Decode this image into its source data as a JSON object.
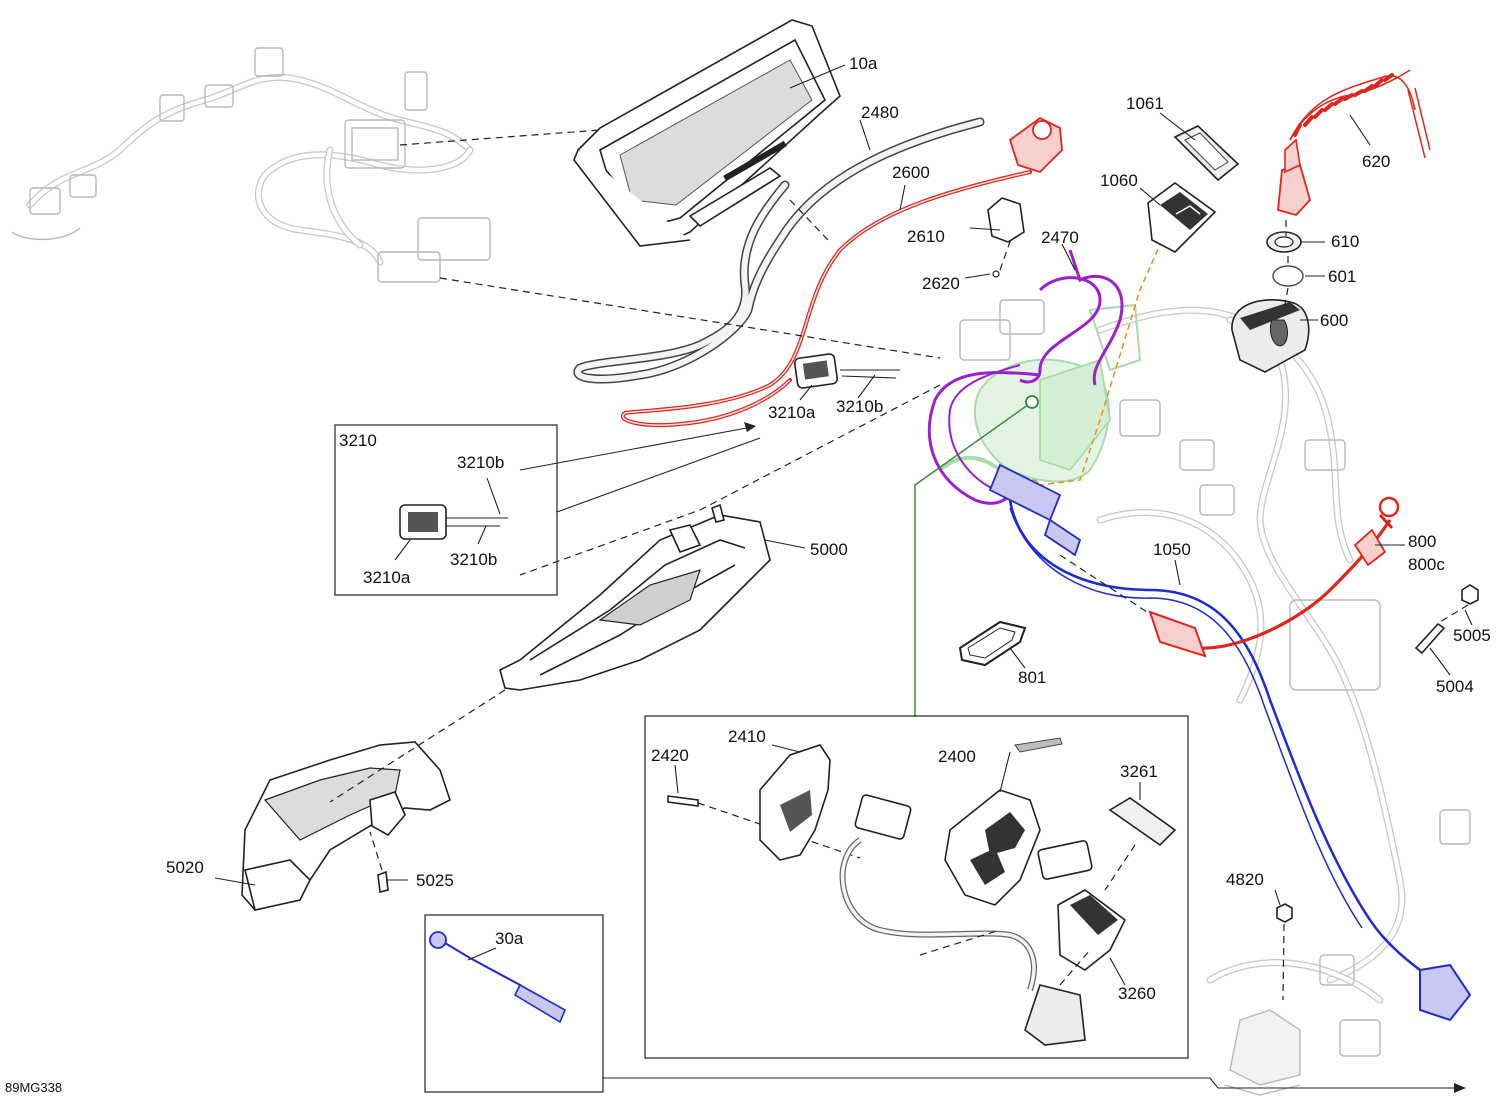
{
  "figure_code": "89MG338",
  "colors": {
    "ink": "#222222",
    "red": "#e0261c",
    "blue": "#1e2ad6",
    "purple": "#9c1fd0",
    "green": "#2f8a3a",
    "orange": "#f08a1c",
    "lightgreen": "#a9dca9",
    "lavender": "#c8c8f2",
    "faint": "#b9b9b9"
  },
  "callouts": {
    "c10a": "10a",
    "c2480": "2480",
    "c2600": "2600",
    "c2610": "2610",
    "c2620": "2620",
    "c2470": "2470",
    "c1061": "1061",
    "c1060": "1060",
    "c620": "620",
    "c610": "610",
    "c601": "601",
    "c600": "600",
    "c3210a": "3210a",
    "c3210b": "3210b",
    "c5000": "5000",
    "c1050": "1050",
    "c800": "800",
    "c800c": "800c",
    "c5005": "5005",
    "c5004": "5004",
    "c801": "801",
    "c5020": "5020",
    "c5025": "5025",
    "c30a": "30a",
    "c4820": "4820"
  },
  "inset_3210": {
    "title": "3210",
    "c3210b_top": "3210b",
    "c3210b_bottom": "3210b",
    "c3210a": "3210a"
  },
  "inset_2400": {
    "c2420": "2420",
    "c2410": "2410",
    "c2400": "2400",
    "c3261": "3261",
    "c3260": "3260"
  }
}
